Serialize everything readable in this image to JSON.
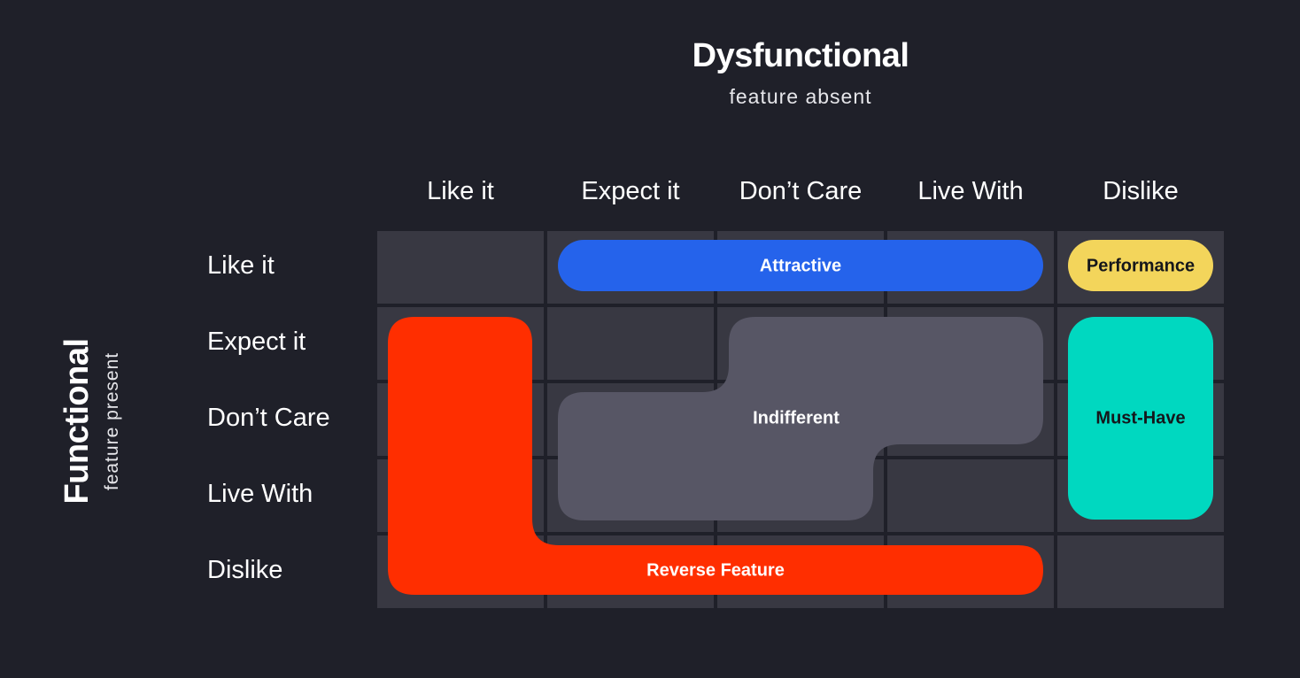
{
  "title": "Dysfunctional",
  "subtitle": "feature absent",
  "side_title": "Functional",
  "side_subtitle": "feature present",
  "columns": [
    "Like it",
    "Expect it",
    "Don’t Care",
    "Live With",
    "Dislike"
  ],
  "rows": [
    "Like it",
    "Expect it",
    "Don’t Care",
    "Live With",
    "Dislike"
  ],
  "regions": {
    "attractive": {
      "label": "Attractive",
      "color": "#2563eb"
    },
    "performance": {
      "label": "Performance",
      "color": "#f3d55b"
    },
    "reverse": {
      "label": "Reverse Feature",
      "color": "#ff2e00"
    },
    "indifferent": {
      "label": "Indifferent",
      "color": "#575665"
    },
    "musthave": {
      "label": "Must-Have",
      "color": "#00d8c0"
    }
  },
  "colors": {
    "background": "#1f2029",
    "cell": "#383842"
  }
}
